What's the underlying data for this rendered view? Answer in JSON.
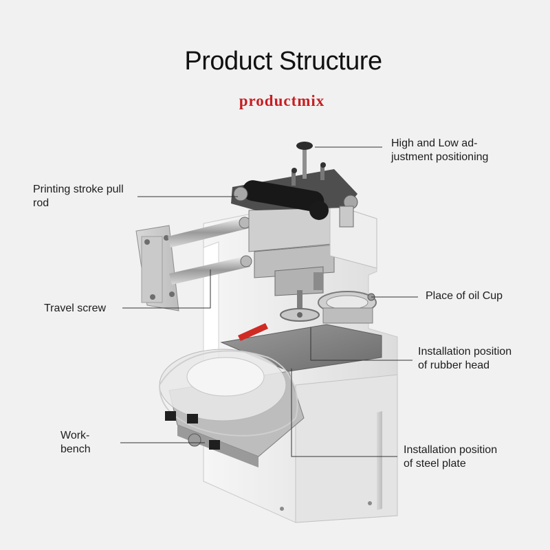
{
  "header": {
    "title": "Product Structure",
    "subtitle": "productmix"
  },
  "callouts": {
    "height_adjust": [
      "High and Low ad-",
      "justment positioning"
    ],
    "stroke_rod": [
      "Printing stroke pull",
      "rod"
    ],
    "travel_screw": [
      "Travel screw"
    ],
    "oil_cup": [
      "Place of oil Cup"
    ],
    "rubber_head": [
      "Installation position",
      "of rubber head"
    ],
    "workbench": [
      "Work-",
      "bench"
    ],
    "steel_plate": [
      "Installation position",
      "of steel plate"
    ]
  },
  "colors": {
    "background": "#f1f1f1",
    "subtitle_red": "#c81e22",
    "leader_line": "#333333"
  },
  "subject": "pad printing machine"
}
